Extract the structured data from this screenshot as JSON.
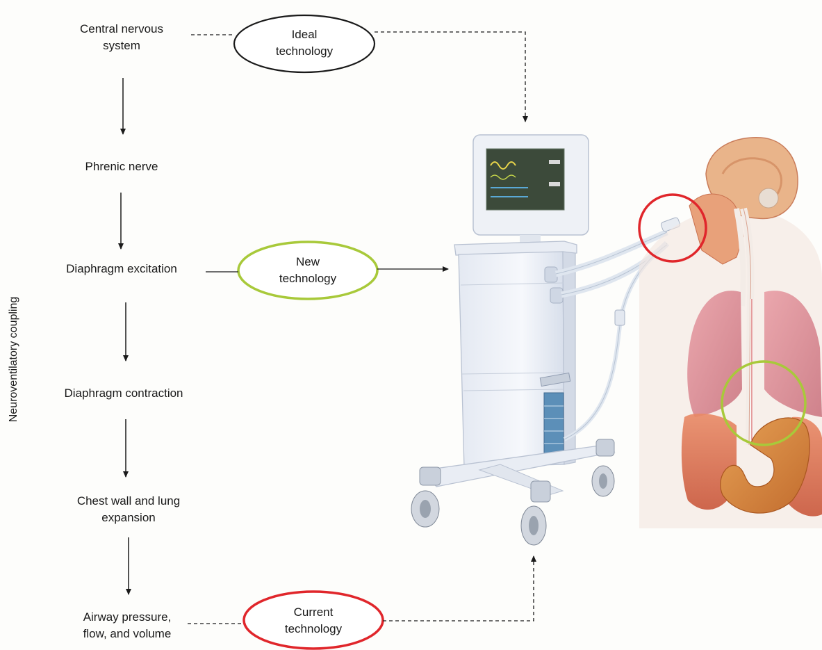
{
  "diagram": {
    "side_label": "Neuroventilatory coupling",
    "steps": [
      {
        "line1": "Central nervous",
        "line2": "system"
      },
      {
        "line1": "Phrenic nerve",
        "line2": ""
      },
      {
        "line1": "Diaphragm excitation",
        "line2": ""
      },
      {
        "line1": "Diaphragm contraction",
        "line2": ""
      },
      {
        "line1": "Chest wall and lung",
        "line2": "expansion"
      },
      {
        "line1": "Airway pressure,",
        "line2": "flow, and volume"
      }
    ],
    "technologies": [
      {
        "line1": "Ideal",
        "line2": "technology",
        "color": "#1a1a1a"
      },
      {
        "line1": "New",
        "line2": "technology",
        "color": "#a8c93a"
      },
      {
        "line1": "Current",
        "line2": "technology",
        "color": "#e0262b"
      }
    ],
    "highlight_colors": {
      "red": "#e0262b",
      "green": "#a8c93a"
    }
  }
}
